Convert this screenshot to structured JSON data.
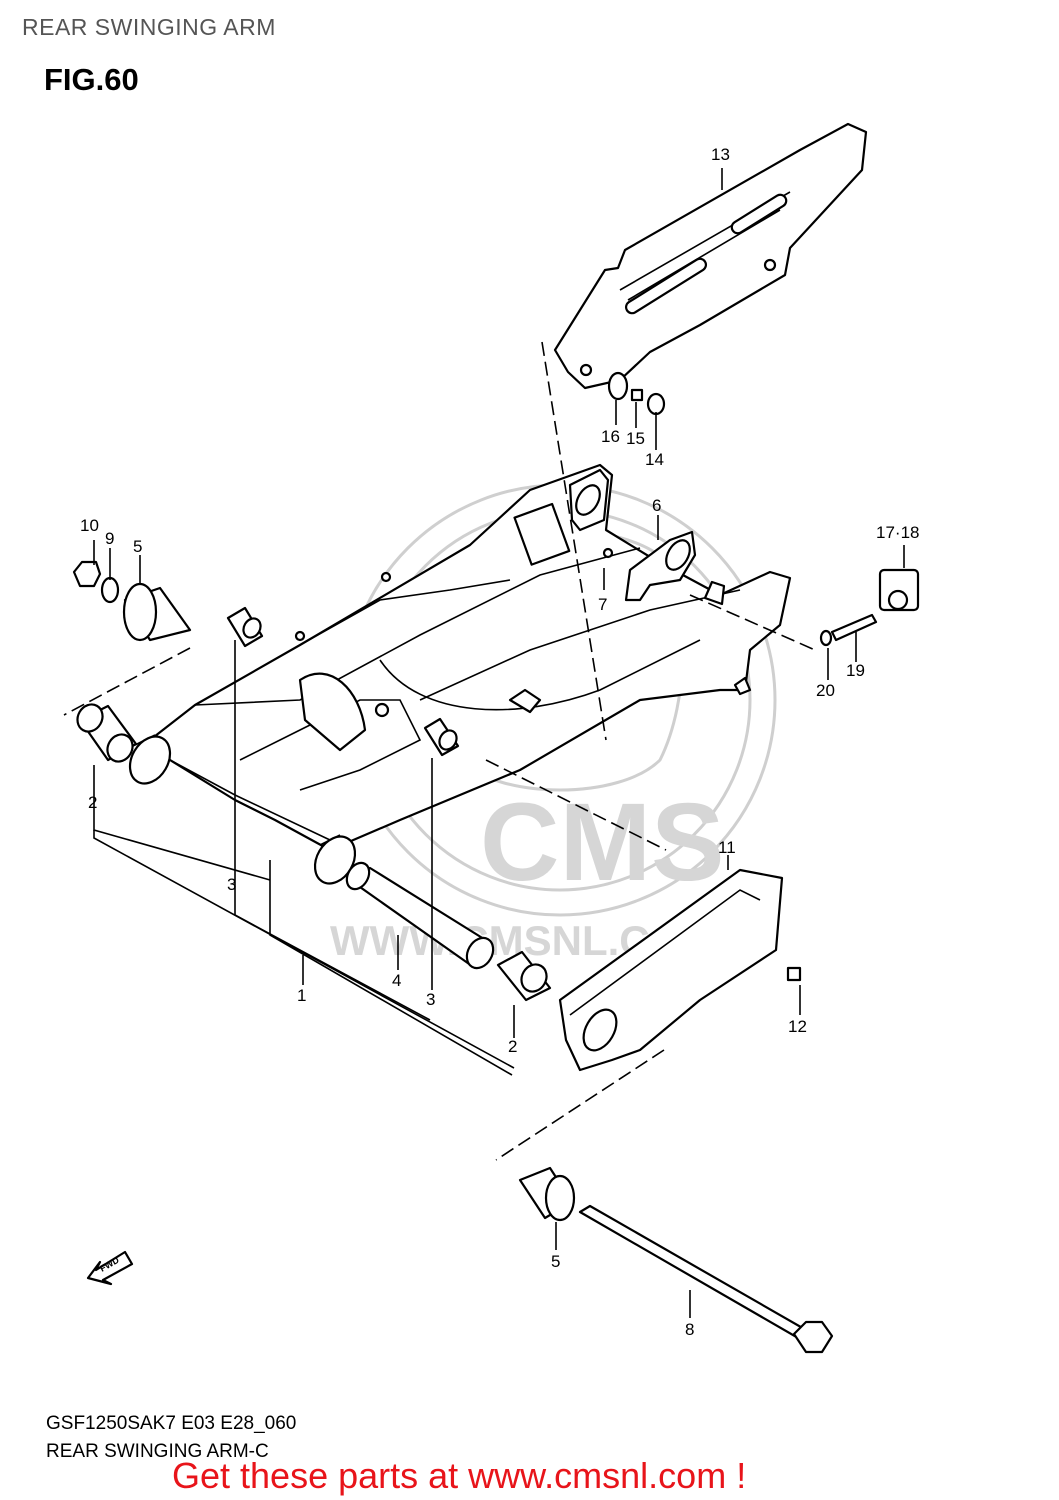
{
  "page_title": "REAR SWINGING ARM",
  "figure_label": "FIG.60",
  "watermark": {
    "brand": "CMS",
    "url": "WWW.CMSNL.COM"
  },
  "fwd_label": "FWD",
  "callouts": [
    {
      "id": "c1",
      "label": "1"
    },
    {
      "id": "c2a",
      "label": "2"
    },
    {
      "id": "c2b",
      "label": "2"
    },
    {
      "id": "c3a",
      "label": "3"
    },
    {
      "id": "c3b",
      "label": "3"
    },
    {
      "id": "c4",
      "label": "4"
    },
    {
      "id": "c5a",
      "label": "5"
    },
    {
      "id": "c5b",
      "label": "5"
    },
    {
      "id": "c6",
      "label": "6"
    },
    {
      "id": "c7",
      "label": "7"
    },
    {
      "id": "c8",
      "label": "8"
    },
    {
      "id": "c9",
      "label": "9"
    },
    {
      "id": "c10",
      "label": "10"
    },
    {
      "id": "c11",
      "label": "11"
    },
    {
      "id": "c12",
      "label": "12"
    },
    {
      "id": "c13",
      "label": "13"
    },
    {
      "id": "c14",
      "label": "14"
    },
    {
      "id": "c15",
      "label": "15"
    },
    {
      "id": "c16",
      "label": "16"
    },
    {
      "id": "c1718",
      "label": "17·18"
    },
    {
      "id": "c19",
      "label": "19"
    },
    {
      "id": "c20",
      "label": "20"
    }
  ],
  "model_code": "GSF1250SAK7 E03 E28_060",
  "diagram_caption": "REAR SWINGING ARM-C",
  "promo_text": "Get these parts at www.cmsnl.com !",
  "colors": {
    "promo": "#e8141a",
    "title": "#555555",
    "watermark": "#cfcfcf"
  }
}
